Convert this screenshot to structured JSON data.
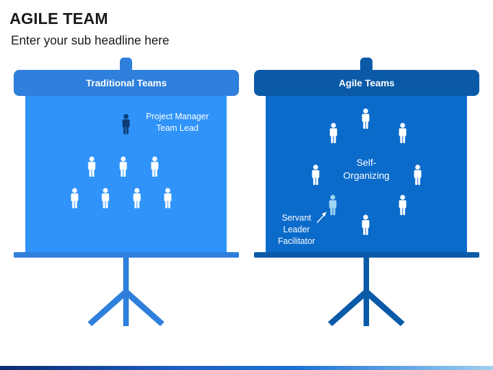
{
  "slide": {
    "title": "AGILE TEAM",
    "subtitle": "Enter your sub headline here"
  },
  "traditional": {
    "header": "Traditional Teams",
    "manager_line1": "Project Manager",
    "manager_line2": "Team Lead",
    "color_header": "#2f7fdc",
    "color_screen": "#2f93fa",
    "color_stand": "#2f7fdc"
  },
  "agile": {
    "header": "Agile Teams",
    "center_line1": "Self-",
    "center_line2": "Organizing",
    "servant_line1": "Servant",
    "servant_line2": "Leader",
    "servant_line3": "Facilitator",
    "color_header": "#0a5aa8",
    "color_screen": "#0b6bcb",
    "color_stand": "#0a5aa8"
  },
  "icons": {
    "person": "person-icon",
    "arrow": "arrow-icon"
  }
}
